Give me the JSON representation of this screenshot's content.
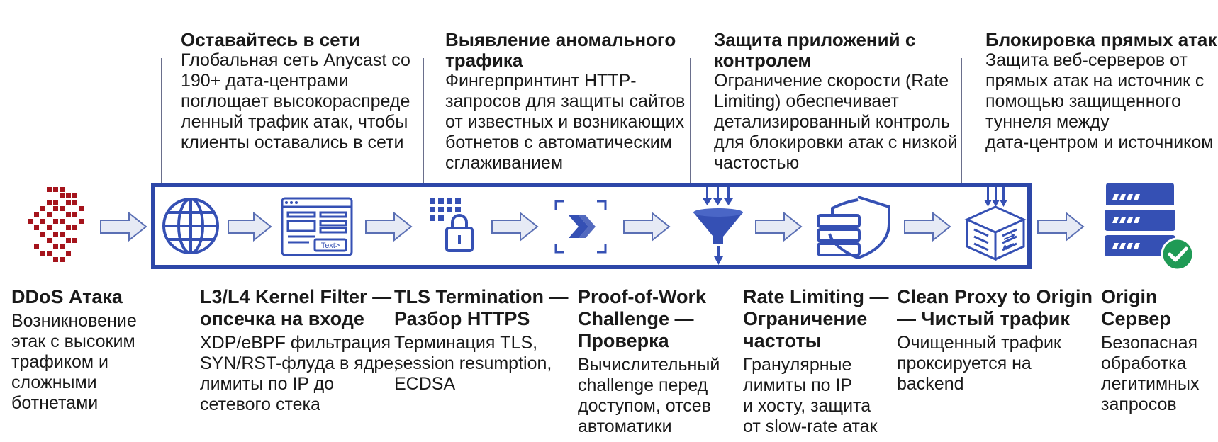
{
  "colors": {
    "frame_blue": "#2d47a8",
    "icon_blue": "#3550b4",
    "arrow_fill": "#e6eaf5",
    "attack_red": "#a5141c",
    "check_green": "#1f9a55"
  },
  "top": [
    {
      "title": "Оставайтесь в сети",
      "lines": [
        "Глобальная сеть Anycast со",
        "190+ дата-центрами",
        "поглощает высокораспреде",
        "ленный трафик атак, чтобы",
        "клиенты оставались в сети"
      ]
    },
    {
      "title_lines": [
        "Выявление аномального",
        "трафика"
      ],
      "lines": [
        "Фингерпринтинт HTTP-",
        "запросов для защиты сайтов",
        "от известных и возникающих",
        "ботнетов с автоматическим",
        "сглаживанием"
      ]
    },
    {
      "title_lines": [
        "Защита приложений с",
        "контролем"
      ],
      "lines": [
        "Ограничение скорости (Rate",
        "Limiting) обеспечивает",
        "детализированный контроль",
        "для блокировки атак с низкой",
        "частостью"
      ]
    },
    {
      "title": "Блокировка прямых атак",
      "lines": [
        "Защита веб-серверов от",
        "прямых атак на источник с",
        "помощью защищенного",
        "туннеля между",
        "дата-центром и источником"
      ]
    }
  ],
  "icons": {
    "attack": "ddos-pixel-cloud-icon",
    "globe": "globe-icon",
    "form": "web-form-icon",
    "form_text": "Text>",
    "lock": "lock-grid-icon",
    "challenge": "double-chevron-icon",
    "funnel": "funnel-icon",
    "shield": "shield-server-icon",
    "cube": "cube-tunnel-icon",
    "server": "server-check-icon"
  },
  "bottom": [
    {
      "title_lines": [
        "DDoS Атака"
      ],
      "lines": [
        "Возникновение",
        "этак с высоким",
        "трафиком и",
        "сложными",
        "ботнетами"
      ]
    },
    {
      "title_lines": [
        "L3/L4 Kernel Filter —",
        "опсечка на входе"
      ],
      "lines": [
        "XDP/eBPF фильтрация",
        "SYN/RST-флуда в ядре,",
        "лимиты по IP до",
        "сетевого стека"
      ]
    },
    {
      "title_lines": [
        "TLS Termination —",
        "Разбор HTTPS"
      ],
      "lines": [
        "Терминация TLS,",
        "session resumption,",
        "ECDSA"
      ]
    },
    {
      "title_lines": [
        "Proof-of-Work",
        "Challenge —",
        "Проверка"
      ],
      "lines": [
        "Вычислительный",
        "challenge перед",
        "доступом, отсев",
        "автоматики"
      ]
    },
    {
      "title_lines": [
        "Rate Limiting —",
        "Ограничение",
        "частоты"
      ],
      "lines": [
        "Гранулярные",
        "лимиты по IP",
        "и хосту, защита",
        "от slow-rate атак"
      ]
    },
    {
      "title_lines": [
        "Clean Proxy to Origin",
        "— Чистый трафик"
      ],
      "lines": [
        "Очищенный трафик",
        "проксируется на",
        "backend"
      ]
    },
    {
      "title_lines": [
        "Origin Сервер"
      ],
      "lines": [
        "Безопасная",
        "обработка",
        "легитимных",
        "запросов"
      ]
    }
  ]
}
